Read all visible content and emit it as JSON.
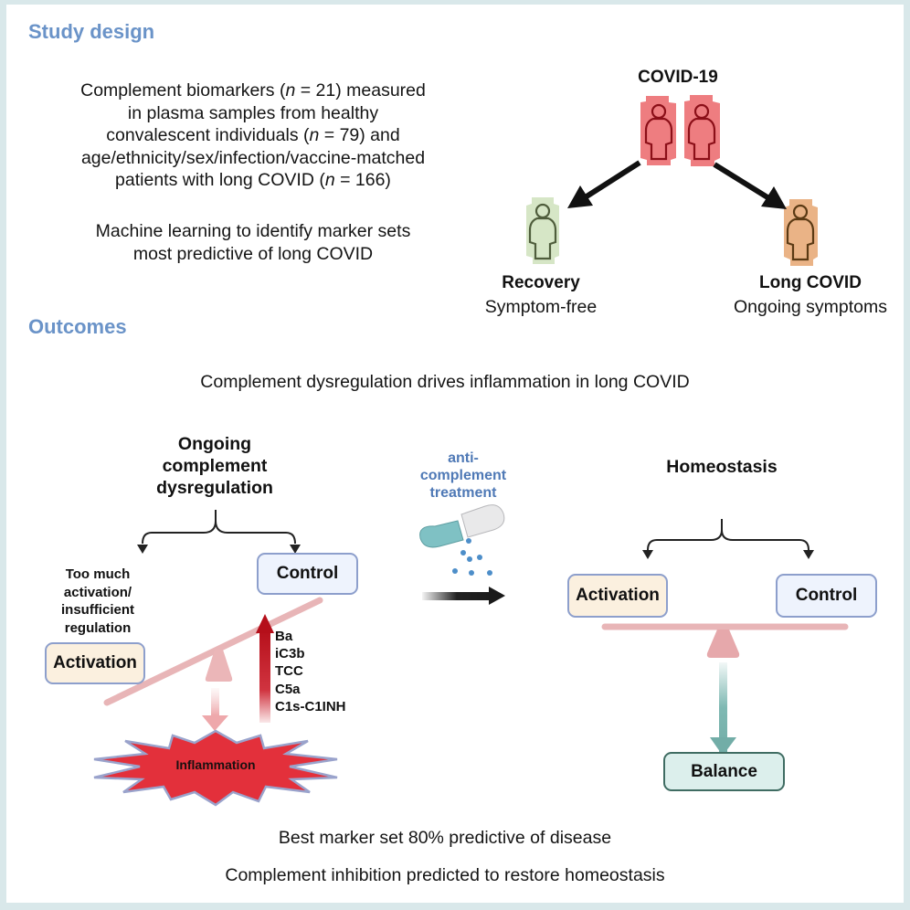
{
  "study_design": {
    "title": "Study design",
    "description_lines": [
      "Complement biomarkers (n = 21) measured",
      "in plasma samples from healthy",
      "convalescent individuals (n = 79) and",
      "age/ethnicity/sex/infection/vaccine-matched",
      "patients with long COVID (n = 166)"
    ],
    "ml_lines": [
      "Machine learning to identify marker sets",
      "most predictive of long COVID"
    ],
    "flow": {
      "origin_label": "COVID-19",
      "recovery": {
        "title": "Recovery",
        "subtitle": "Symptom-free"
      },
      "long_covid": {
        "title": "Long COVID",
        "subtitle": "Ongoing symptoms"
      }
    }
  },
  "outcomes": {
    "title": "Outcomes",
    "headline": "Complement dysregulation drives inflammation in long COVID",
    "dysregulation": {
      "heading_lines": [
        "Ongoing",
        "complement",
        "dysregulation"
      ],
      "note_lines": [
        "Too much",
        "activation/",
        "insufficient",
        "regulation"
      ],
      "activation_label": "Activation",
      "control_label": "Control",
      "markers": [
        "Ba",
        "iC3b",
        "TCC",
        "C5a",
        "C1s-C1INH"
      ],
      "inflammation_label": "Inflammation"
    },
    "treatment": {
      "label_lines": [
        "anti-",
        "complement",
        "treatment"
      ]
    },
    "homeostasis": {
      "heading": "Homeostasis",
      "activation_label": "Activation",
      "control_label": "Control",
      "balance_label": "Balance"
    },
    "findings": [
      "Best marker set 80% predictive of disease",
      "Complement inhibition predicted to restore homeostasis"
    ]
  },
  "colors": {
    "section_title": "#6a93c8",
    "covid_person": "#ee7d80",
    "recovery_person": "#d6e6c6",
    "long_covid_person": "#eab386",
    "beam": "#e8b5b7",
    "inflammation": "#e3303b",
    "treatment_text": "#4f79b6"
  }
}
